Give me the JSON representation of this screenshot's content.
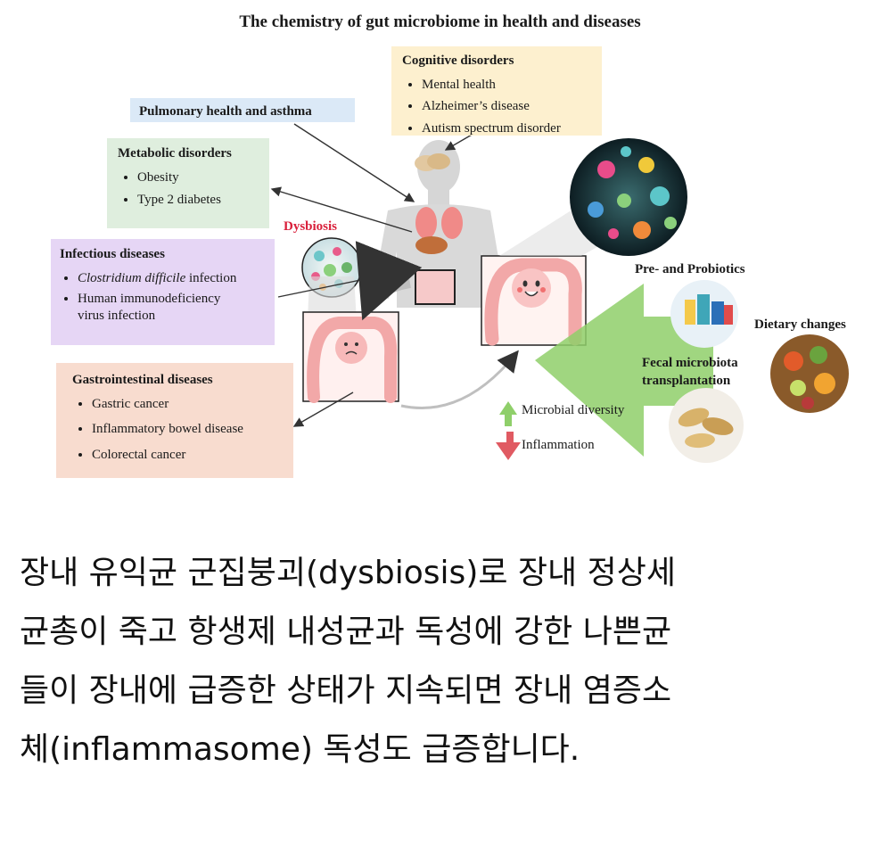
{
  "figure": {
    "title": "The chemistry of gut microbiome in health and diseases",
    "cognitive": {
      "heading": "Cognitive disorders",
      "items": [
        "Mental health",
        "Alzheimer’s disease",
        "Autism spectrum disorder"
      ]
    },
    "pulmonary": {
      "heading": "Pulmonary health and asthma"
    },
    "metabolic": {
      "heading": "Metabolic disorders",
      "items": [
        "Obesity",
        "Type 2 diabetes"
      ]
    },
    "infectious": {
      "heading": "Infectious diseases",
      "item1_italic": "Clostridium difficile",
      "item1_rest": " infection",
      "item2_line1": "Human immunodeficiency",
      "item2_line2": "virus infection"
    },
    "gastro": {
      "heading": "Gastrointestinal diseases",
      "items": [
        "Gastric cancer",
        "Inflammatory bowel disease",
        "Colorectal cancer"
      ]
    },
    "dysbiosis_label": "Dysbiosis",
    "pre_probiotics": "Pre- and Probiotics",
    "dietary_changes": "Dietary changes",
    "fecal_line1": "Fecal microbiota",
    "fecal_line2": "transplantation",
    "microbial_diversity": "Microbial diversity",
    "inflammation": "Inflammation",
    "colors": {
      "dysbiosis_red": "#d9203b",
      "green_arrow": "#8fcf6a",
      "cognitive_bg": "#fdf0cf",
      "pulmonary_bg": "#dbe9f7",
      "metabolic_bg": "#dfeede",
      "infectious_bg": "#e6d6f5",
      "gastro_bg": "#f8dccf"
    }
  },
  "caption": {
    "line1": "장내 유익균 군집붕괴(dysbiosis)로 장내 정상세",
    "line2": "균총이 죽고 항생제 내성균과 독성에 강한 나쁜균",
    "line3": "들이 장내에 급증한 상태가 지속되면 장내 염증소",
    "line4": "체(inflammasome) 독성도 급증합니다."
  }
}
